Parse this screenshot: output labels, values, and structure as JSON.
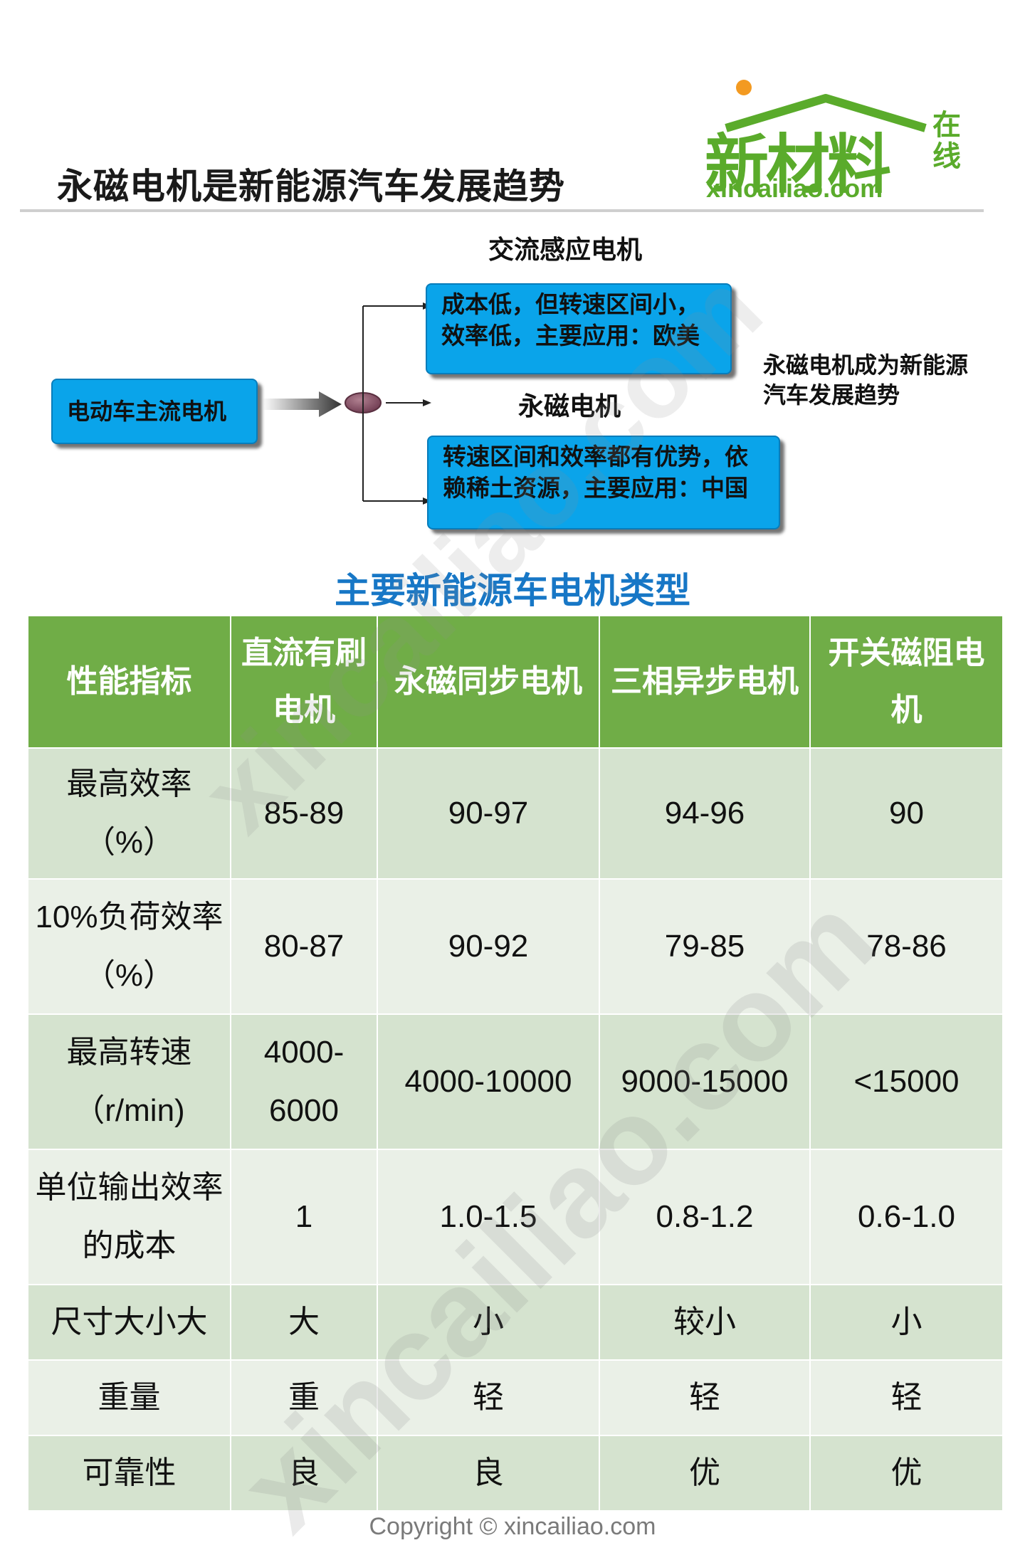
{
  "header": {
    "title": "永磁电机是新能源汽车发展趋势"
  },
  "logo": {
    "cn_text": "新材料",
    "side_text": "在线",
    "domain": "xincailiao.com"
  },
  "diagram": {
    "source_box": "电动车主流电机",
    "ac_label": "交流感应电机",
    "ac_box": "成本低，但转速区间小，效率低，主要应用：欧美",
    "pm_label": "永磁电机",
    "pm_box": "转速区间和效率都有优势，依赖稀土资源，主要应用：中国",
    "conclusion": "永磁电机成为新能源汽车发展趋势"
  },
  "table": {
    "caption": "主要新能源车电机类型",
    "headers": [
      "性能指标",
      "直流有刷电机",
      "永磁同步电机",
      "三相异步电机",
      "开关磁阻电机"
    ],
    "rows": [
      [
        "最高效率（%）",
        "85-89",
        "90-97",
        "94-96",
        "90"
      ],
      [
        "10%负荷效率（%）",
        "80-87",
        "90-92",
        "79-85",
        "78-86"
      ],
      [
        "最高转速（r/min)",
        "4000-6000",
        "4000-10000",
        "9000-15000",
        "<15000"
      ],
      [
        "单位输出效率的成本",
        "1",
        "1.0-1.5",
        "0.8-1.2",
        "0.6-1.0"
      ],
      [
        "尺寸大小大",
        "大",
        "小",
        "较小",
        "小"
      ],
      [
        "重量",
        "重",
        "轻",
        "轻",
        "轻"
      ],
      [
        "可靠性",
        "良",
        "良",
        "优",
        "优"
      ]
    ]
  },
  "watermark": "xincailiao.com",
  "footer": {
    "copyright": "Copyright © xincailiao.com"
  },
  "colors": {
    "header_green": "#70ad47",
    "box_blue": "#0aa4ea",
    "subtitle_blue": "#1777c6",
    "logo_green": "#5aab2b"
  }
}
